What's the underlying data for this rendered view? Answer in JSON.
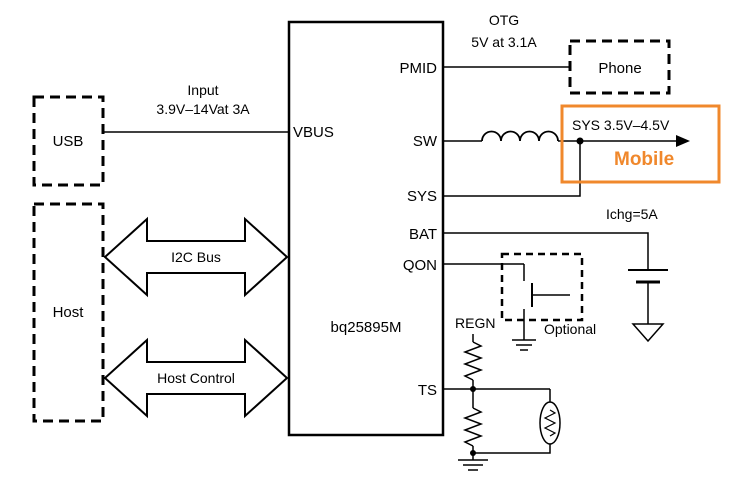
{
  "chip": {
    "name": "bq25895M"
  },
  "pins_right": {
    "pmid": "PMID",
    "sw": "SW",
    "sys": "SYS",
    "bat": "BAT",
    "qon": "QON",
    "ts": "TS"
  },
  "pins_left": {
    "vbus": "VBUS"
  },
  "blocks": {
    "usb": "USB",
    "host": "Host",
    "phone": "Phone"
  },
  "buses": {
    "i2c": "I2C Bus",
    "host_control": "Host Control"
  },
  "labels": {
    "input_title": "Input",
    "input_spec": "3.9V–14Vat 3A",
    "otg_title": "OTG",
    "otg_spec": "5V at 3.1A",
    "sys_range": "SYS 3.5V–4.5V",
    "mobile": "Mobile",
    "ichg": "Ichg=5A",
    "regn": "REGN",
    "optional": "Optional"
  },
  "colors": {
    "highlight": "#f0882c",
    "line": "#000000"
  }
}
